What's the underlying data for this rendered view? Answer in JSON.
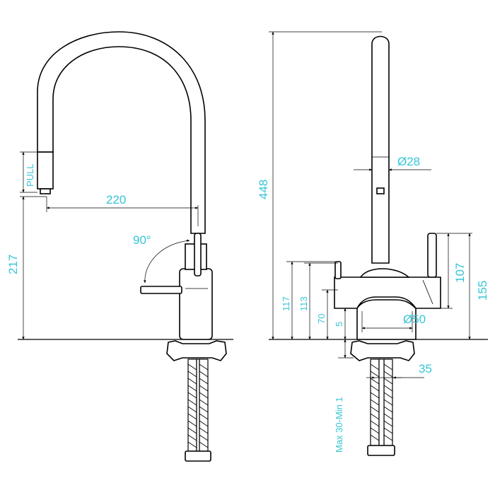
{
  "side_view": {
    "pull": "PULL",
    "reach": "220",
    "swivel": "90°",
    "spout_height": "217"
  },
  "front_view": {
    "total_height": "448",
    "spout_diameter": "Ø28",
    "body_diameter": "Ø50",
    "h117": "117",
    "h113": "113",
    "h70": "70",
    "h5": "5",
    "h107": "107",
    "h155": "155",
    "worktop_thickness": "Max 30-Min 1",
    "hole_diameter": "35"
  },
  "colors": {
    "dimension_text": "#35c6d5",
    "line": "#000000"
  }
}
